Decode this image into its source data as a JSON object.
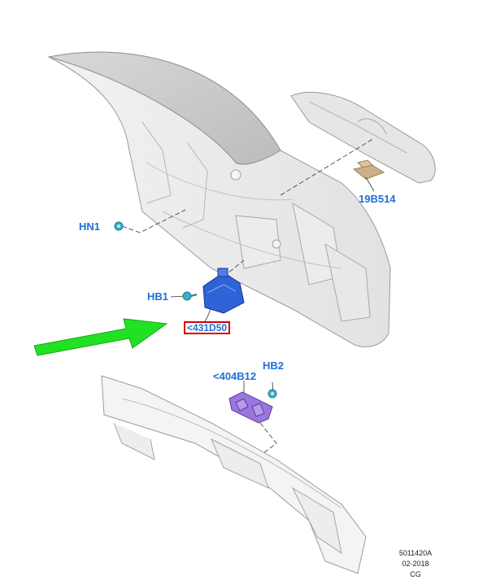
{
  "callouts": {
    "hn1": "HN1",
    "hb1": "HB1",
    "hb2": "HB2",
    "latch": "<431D50",
    "handle_switch": "<404B12",
    "lamp": "19B514"
  },
  "footer": {
    "code": "5011420A",
    "date": "02-2018",
    "initials": "CG"
  },
  "colors": {
    "callout_text": "#1f6fd6",
    "highlight_box": "#d40000",
    "arrow": "#22e022",
    "latch_part": "#2f63d8",
    "switch_part": "#9b76dd",
    "clip_part": "#3ab0c8",
    "lamp_part": "#cdb08a"
  }
}
